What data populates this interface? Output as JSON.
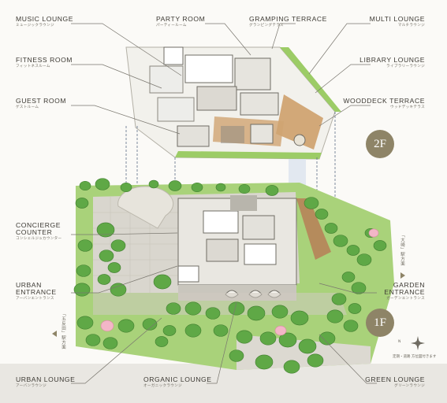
{
  "floors": {
    "upper": "2F",
    "lower": "1F"
  },
  "labels_2f_left": [
    {
      "en": "MUSIC LOUNGE",
      "jp": "ミュージックラウンジ"
    },
    {
      "en": "FITNESS ROOM",
      "jp": "フィットネスルーム"
    },
    {
      "en": "GUEST ROOM",
      "jp": "ゲストルーム"
    }
  ],
  "labels_2f_center": [
    {
      "en": "PARTY ROOM",
      "jp": "パーティールーム"
    },
    {
      "en": "GRAMPING TERRACE",
      "jp": "グランピングテラス"
    }
  ],
  "labels_2f_right": [
    {
      "en": "MULTI LOUNGE",
      "jp": "マルチラウンジ"
    },
    {
      "en": "LIBRARY LOUNGE",
      "jp": "ライブラリーラウンジ"
    },
    {
      "en": "WOODDECK TERRACE",
      "jp": "ウッドデッキテラス"
    }
  ],
  "labels_1f_left": [
    {
      "en1": "CONCIERGE",
      "en2": "COUNTER",
      "jp": "コンシェルジュカウンター"
    },
    {
      "en1": "URBAN",
      "en2": "ENTRANCE",
      "jp": "アーバンエントランス"
    }
  ],
  "labels_1f_right": [
    {
      "en1": "GARDEN",
      "en2": "ENTRANCE",
      "jp": "ガーデンエントランス"
    }
  ],
  "labels_bottom": [
    {
      "en": "URBAN LOUNGE",
      "jp": "アーバンラウンジ"
    },
    {
      "en": "ORGANIC LOUNGE",
      "jp": "オーガニックラウンジ"
    },
    {
      "en": "GREEN LOUNGE",
      "jp": "グリーンラウンジ"
    }
  ],
  "directions": {
    "left": "「五反田」駅方面",
    "right": "「大崎」駅方面"
  },
  "compass": {
    "mark": "N",
    "caption": "定期・道路 方位図付きます"
  },
  "colors": {
    "badge": "#8e8467",
    "grass": "#8cbf5a",
    "tree": "#5fa846",
    "paving": "#d8d6cf",
    "deck": "#c79f6e",
    "building": "#e9e7e1",
    "wall": "#7a776f",
    "blossom": "#f3b6c7",
    "leader": "#7a776f"
  }
}
